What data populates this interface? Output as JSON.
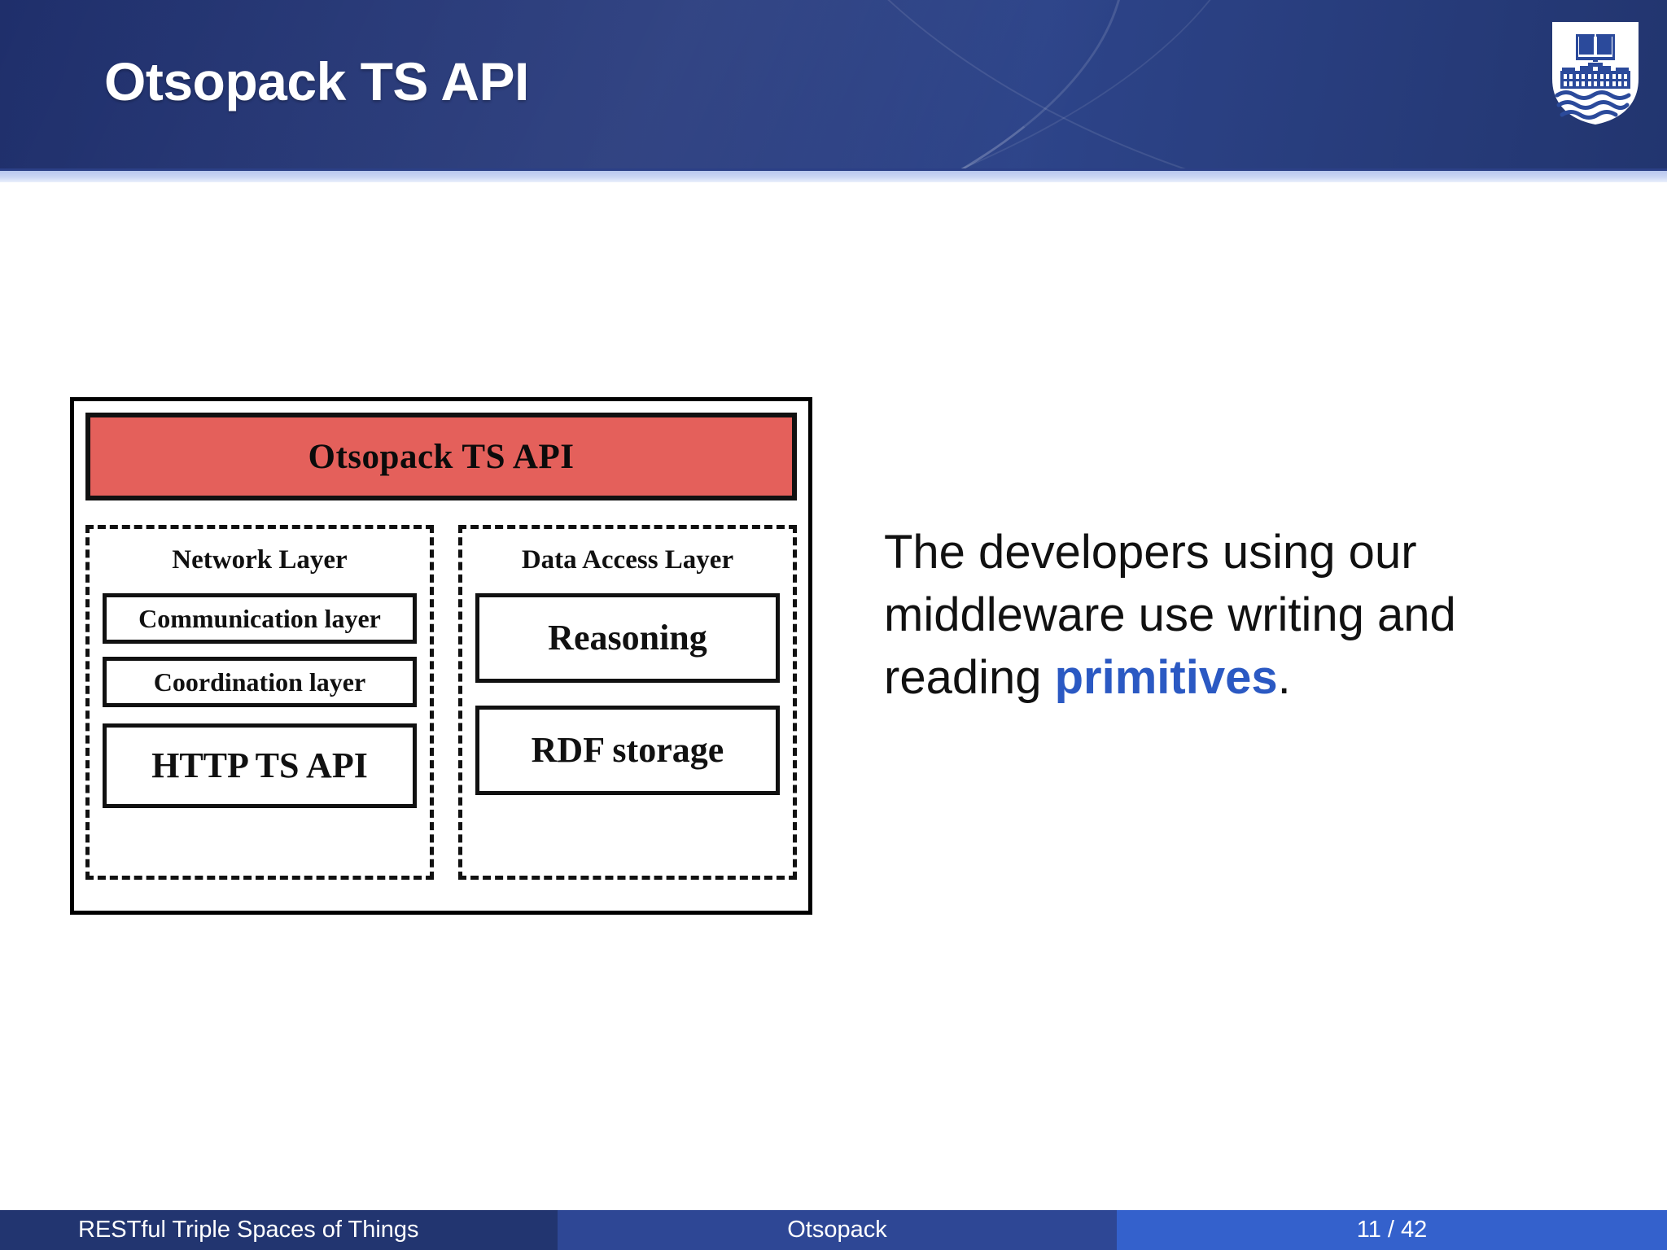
{
  "header": {
    "title": "Otsopack TS API",
    "logo_icon": "deusto-shield-logo"
  },
  "diagram": {
    "api_banner": {
      "label": "Otsopack TS API",
      "fill_color": "#e4605b"
    },
    "groups": [
      {
        "title": "Network Layer",
        "boxes": [
          {
            "label": "Communication layer"
          },
          {
            "label": "Coordination layer"
          },
          {
            "label": "HTTP TS API"
          }
        ]
      },
      {
        "title": "Data Access Layer",
        "boxes": [
          {
            "label": "Reasoning"
          },
          {
            "label": "RDF storage"
          }
        ]
      }
    ]
  },
  "body": {
    "line_start": "The developers using our middleware use writing and reading ",
    "highlight": "primitives",
    "line_end": ".",
    "highlight_color": "#2b59c3"
  },
  "footer": {
    "left": "RESTful Triple Spaces of Things",
    "middle": "Otsopack",
    "right": "11 / 42"
  }
}
